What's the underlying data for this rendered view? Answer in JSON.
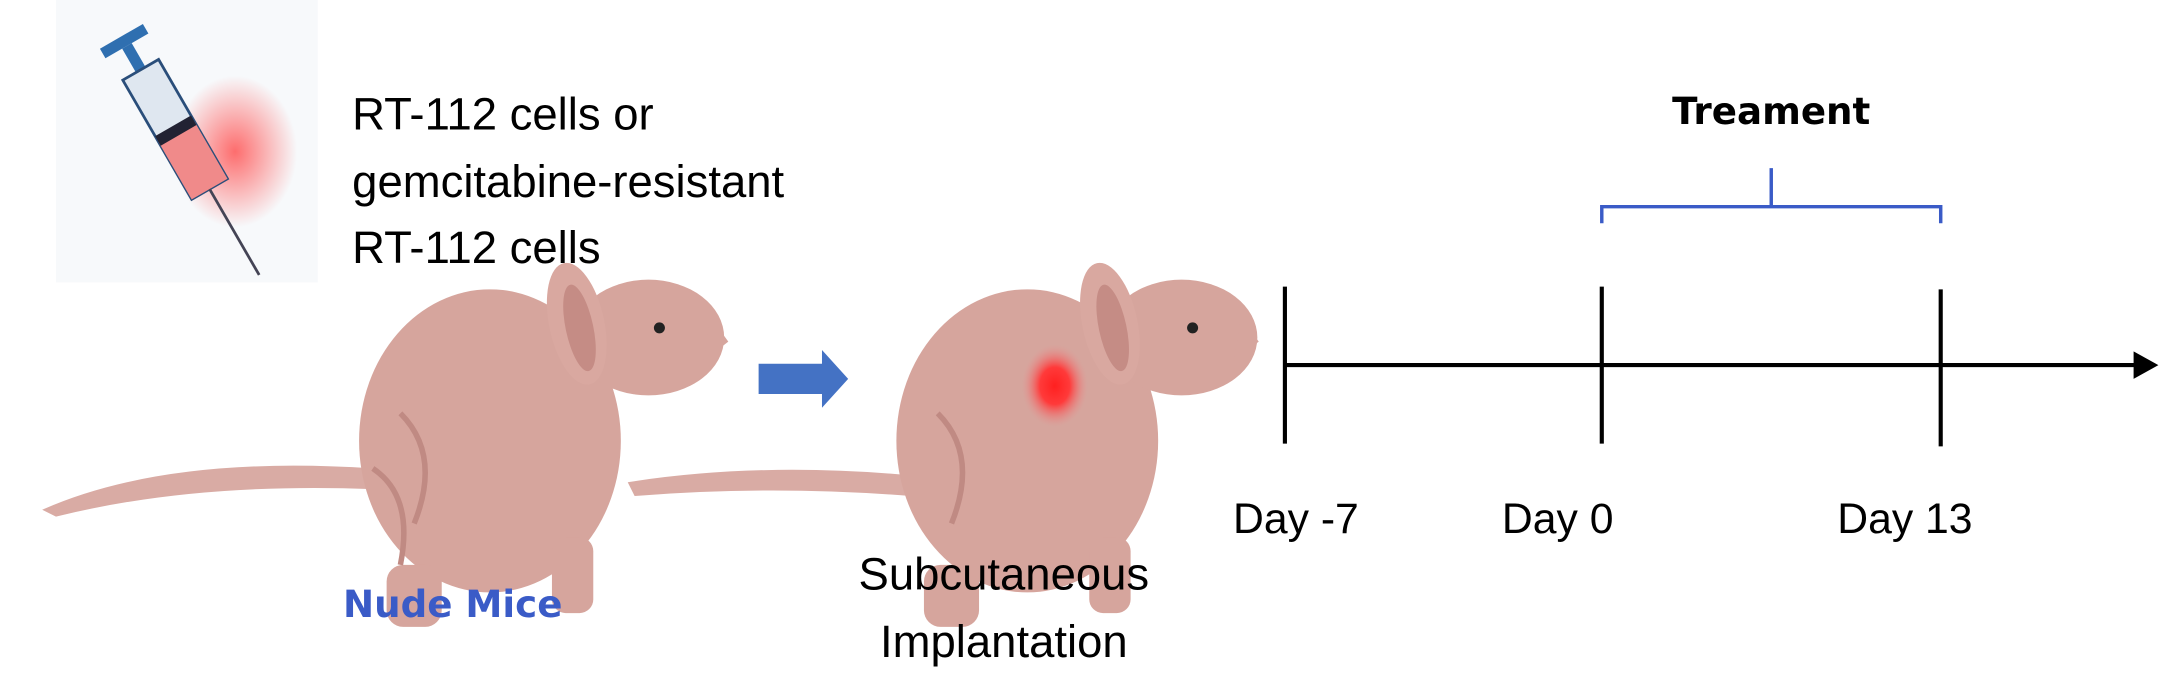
{
  "injection_label": [
    "RT-112 cells or",
    "gemcitabine-resistant",
    "RT-112 cells"
  ],
  "mice_label": "Nude Mice",
  "implantation_label": [
    "Subcutaneous",
    "Implantation"
  ],
  "treatment_label": "Treament",
  "timeline": {
    "ticks": [
      {
        "label": "Day -7",
        "day": -7
      },
      {
        "label": "Day 0",
        "day": 0
      },
      {
        "label": "Day 13",
        "day": 13
      }
    ]
  },
  "colors": {
    "accent_blue": "#3a5bc7",
    "arrow_blue": "#4472c4",
    "mouse_skin": "#d9a8a0",
    "tumor_red": "#ff3030"
  }
}
